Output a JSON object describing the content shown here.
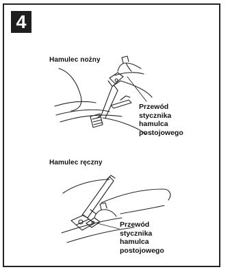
{
  "step": {
    "number": "4"
  },
  "sections": [
    {
      "title": "Hamulec nożny",
      "callout_lines": [
        "Przewód",
        "stycznika",
        "hamulca",
        "postojowego"
      ]
    },
    {
      "title": "Hamulec ręczny",
      "callout_lines": [
        "Przewód",
        "stycznika",
        "hamulca",
        "postojowego"
      ]
    }
  ],
  "colors": {
    "border": "#222222",
    "badge_bg": "#1e1e1e",
    "text": "#111111"
  }
}
